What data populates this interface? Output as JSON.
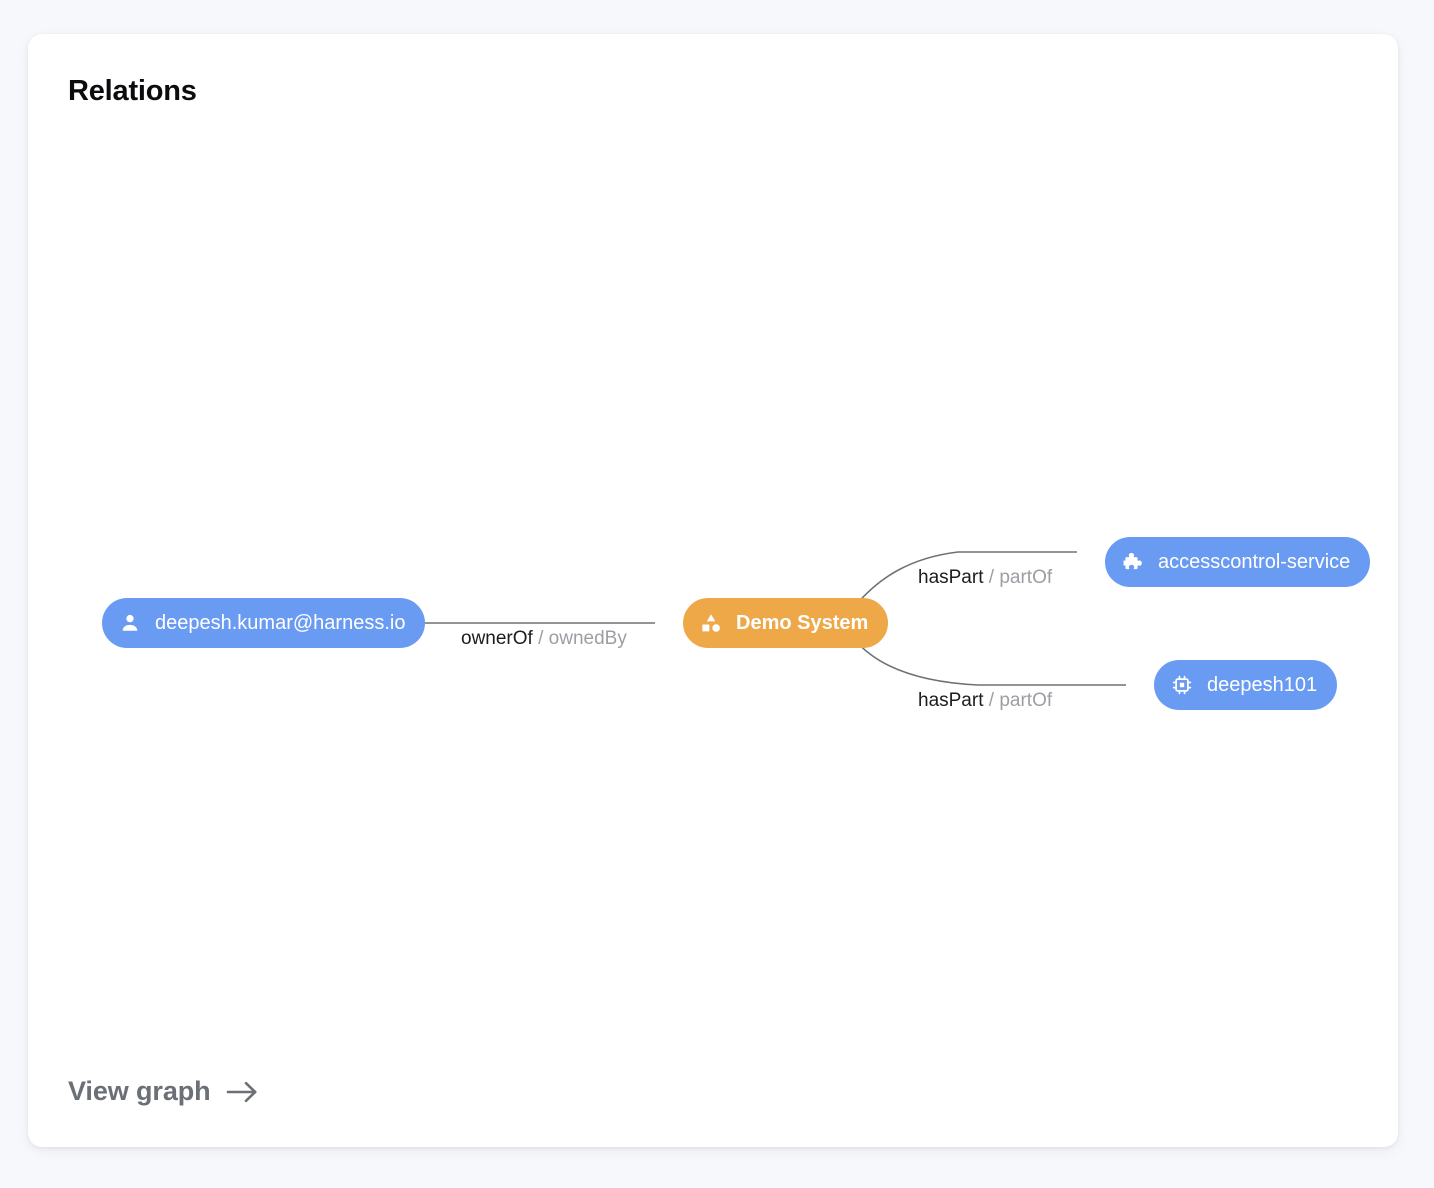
{
  "card": {
    "title": "Relations"
  },
  "graph": {
    "nodes": [
      {
        "id": "user",
        "label": "deepesh.kumar@harness.io",
        "kind": "user",
        "icon": "person-icon",
        "color": "#6a9bf2"
      },
      {
        "id": "system",
        "label": "Demo System",
        "kind": "system",
        "icon": "shapes-icon",
        "color": "#efa848"
      },
      {
        "id": "component",
        "label": "accesscontrol-service",
        "kind": "component",
        "icon": "puzzle-piece-icon",
        "color": "#6a9bf2"
      },
      {
        "id": "resource",
        "label": "deepesh101",
        "kind": "resource",
        "icon": "chip-icon",
        "color": "#6a9bf2"
      }
    ],
    "edges": [
      {
        "id": "owner",
        "from": "user",
        "to": "system",
        "forward": "ownerOf",
        "separator": "/",
        "reverse": "ownedBy"
      },
      {
        "id": "part-1",
        "from": "system",
        "to": "component",
        "forward": "hasPart",
        "separator": "/",
        "reverse": "partOf"
      },
      {
        "id": "part-2",
        "from": "system",
        "to": "resource",
        "forward": "hasPart",
        "separator": "/",
        "reverse": "partOf"
      }
    ],
    "edge_color": "#6e7178"
  },
  "footer": {
    "view_graph_label": "View graph",
    "arrow": "→"
  }
}
